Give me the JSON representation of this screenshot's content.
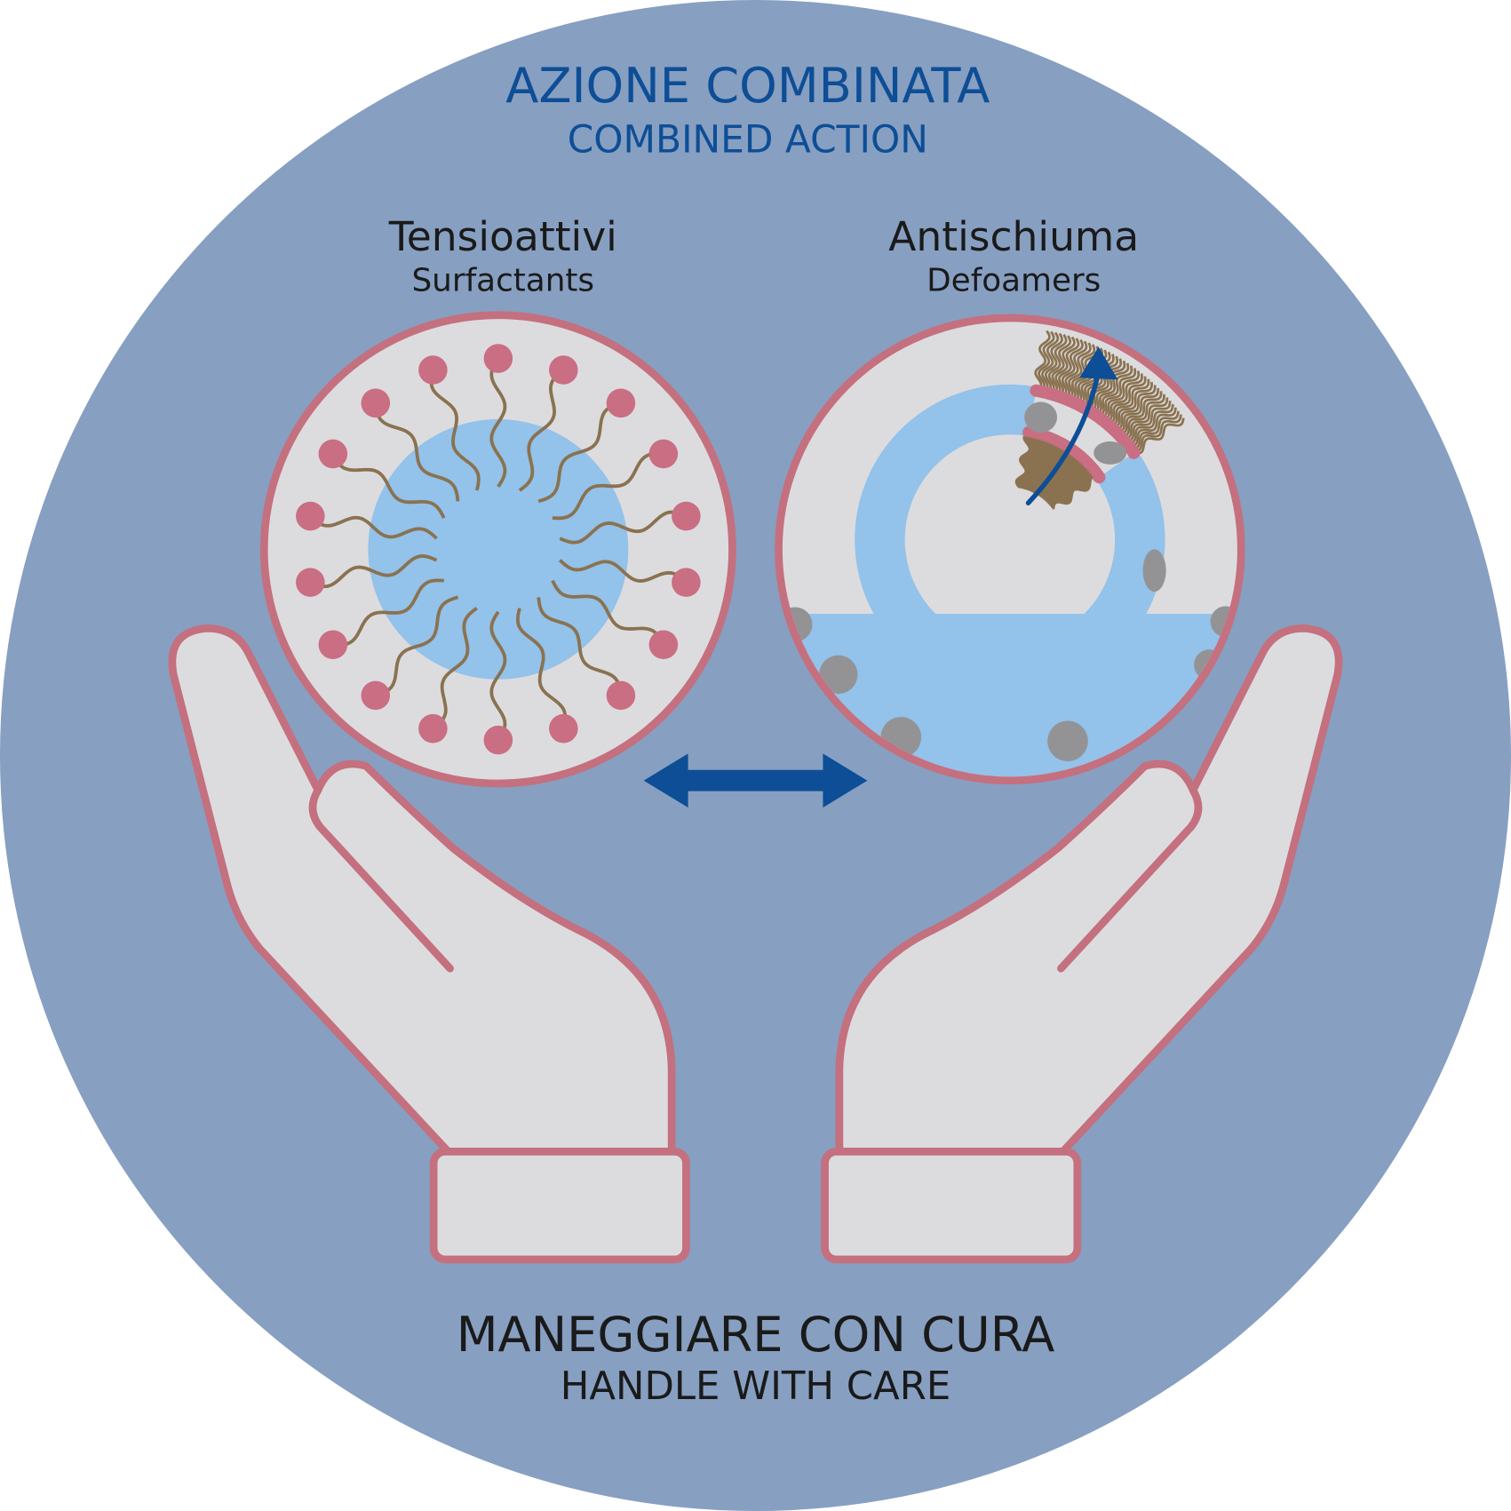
{
  "title": {
    "main": "AZIONE COMBINATA",
    "sub": "COMBINED ACTION"
  },
  "left_panel": {
    "label": "Tensioattivi",
    "sublabel": "Surfactants"
  },
  "right_panel": {
    "label": "Antischiuma",
    "sublabel": "Defoamers"
  },
  "footer": {
    "main": "MANEGGIARE CON CURA",
    "sub": "HANDLE WITH CARE"
  },
  "colors": {
    "background": "#879fc1",
    "panel": "#dcdcde",
    "outline": "#c4707f",
    "water": "#93c2ea",
    "head": "#c96e83",
    "tail": "#8a7250",
    "particle": "#939396",
    "arrow": "#0d4e96"
  },
  "icons": [
    "double-arrow-icon",
    "curved-arrow-icon",
    "hand-icon"
  ]
}
